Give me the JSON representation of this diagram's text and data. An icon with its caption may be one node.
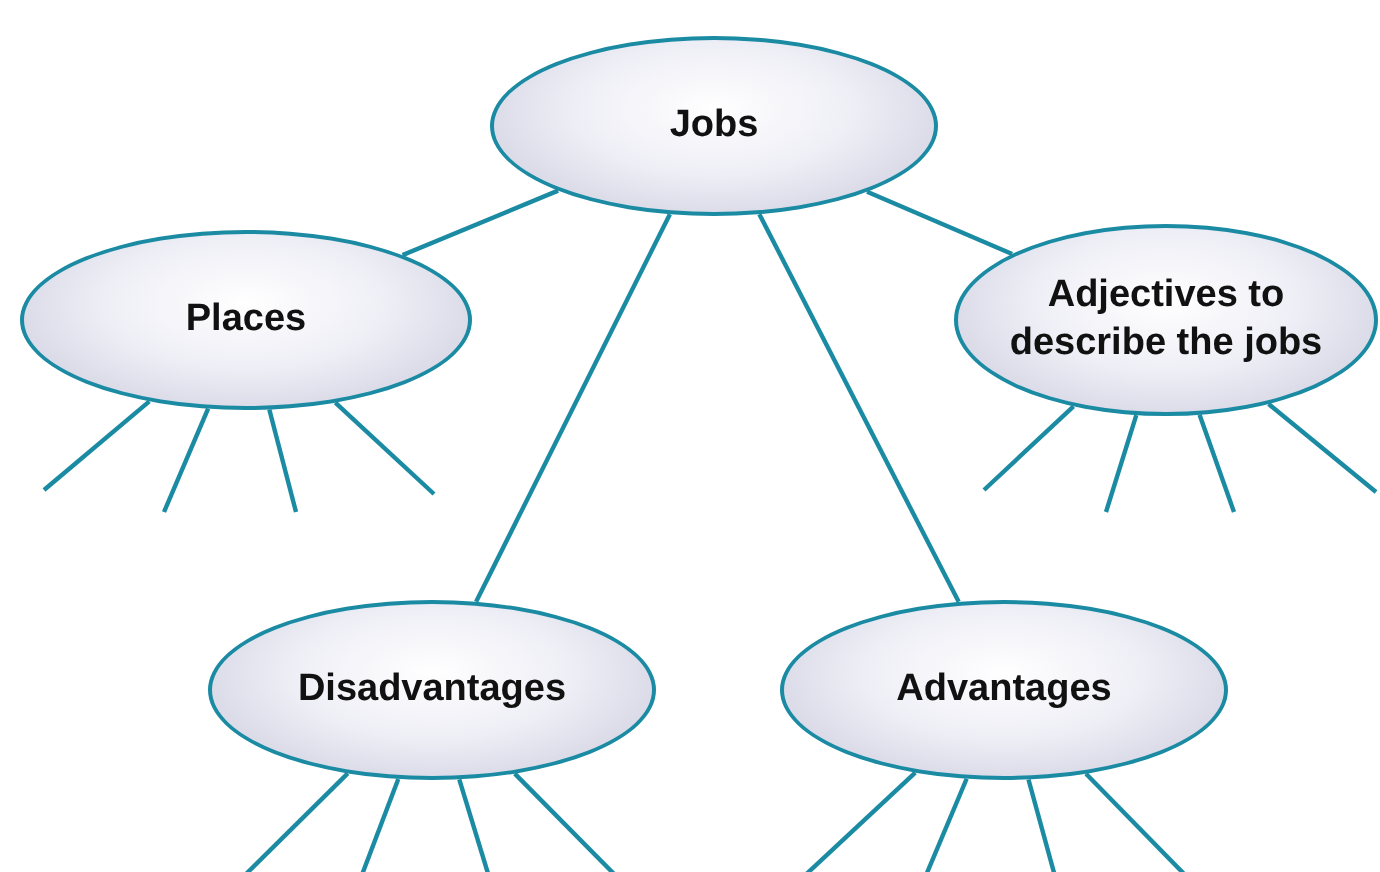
{
  "diagram": {
    "nodes": [
      {
        "text": [
          "Jobs"
        ]
      },
      {
        "text": [
          "Places"
        ]
      },
      {
        "text": [
          "Adjectives to describe the jobs"
        ]
      },
      {
        "text": [
          "Disadvantages"
        ]
      },
      {
        "text": [
          "Advantages"
        ]
      }
    ],
    "edges": [
      {
        "from": 0,
        "to": 1,
        "arrow": "none"
      },
      {
        "from": 0,
        "to": 2,
        "arrow": "none"
      },
      {
        "from": 0,
        "to": 3,
        "arrow": "none"
      },
      {
        "from": 0,
        "to": 4,
        "arrow": "none"
      },
      {
        "from": 1,
        "to": null,
        "arrow": "none"
      },
      {
        "from": 1,
        "to": null,
        "arrow": "none"
      },
      {
        "from": 1,
        "to": null,
        "arrow": "none"
      },
      {
        "from": 1,
        "to": null,
        "arrow": "none"
      },
      {
        "from": 2,
        "to": null,
        "arrow": "none"
      },
      {
        "from": 2,
        "to": null,
        "arrow": "none"
      },
      {
        "from": 2,
        "to": null,
        "arrow": "none"
      },
      {
        "from": 2,
        "to": null,
        "arrow": "none"
      },
      {
        "from": 3,
        "to": null,
        "arrow": "none"
      },
      {
        "from": 3,
        "to": null,
        "arrow": "none"
      },
      {
        "from": 3,
        "to": null,
        "arrow": "none"
      },
      {
        "from": 3,
        "to": null,
        "arrow": "none"
      },
      {
        "from": 4,
        "to": null,
        "arrow": "none"
      },
      {
        "from": 4,
        "to": null,
        "arrow": "none"
      },
      {
        "from": 4,
        "to": null,
        "arrow": "none"
      },
      {
        "from": 4,
        "to": null,
        "arrow": "none"
      }
    ]
  }
}
